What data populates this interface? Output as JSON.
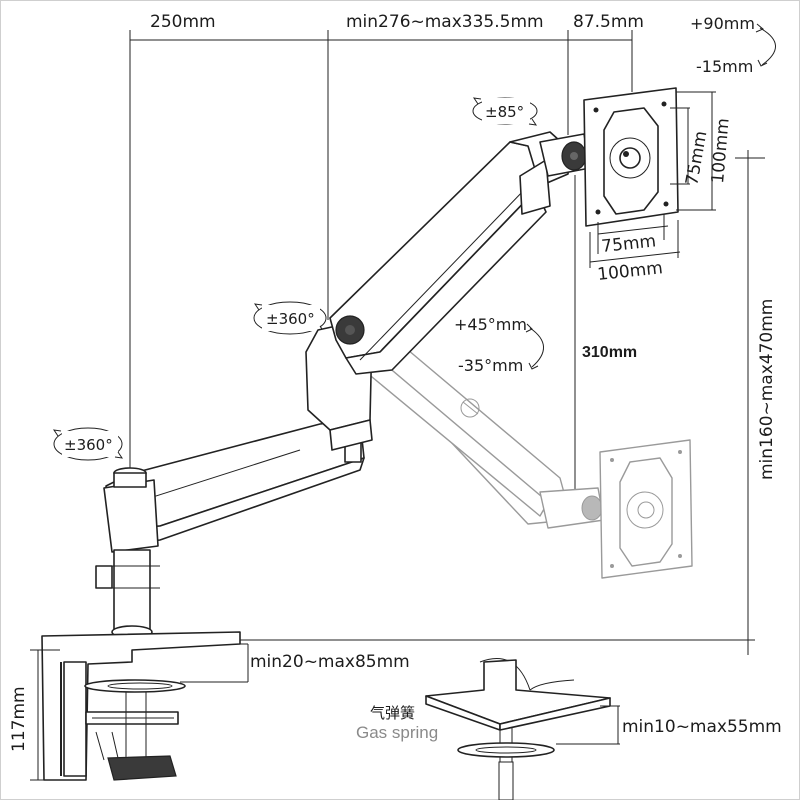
{
  "dimensions": {
    "arm1_reach": "250mm",
    "arm2_reach": "min276~max335.5mm",
    "head_offset": "87.5mm",
    "tilt_up": "+90mm",
    "tilt_down": "-15mm",
    "rotation_head": "±85°",
    "rotation_elbow": "±360°",
    "rotation_base": "±360°",
    "lift_up": "+45°mm",
    "lift_down": "-35°mm",
    "vertical_travel": "310mm",
    "height_range": "min160~max470mm",
    "vesa_75_h": "75mm",
    "vesa_100_h": "100mm",
    "vesa_75_w": "75mm",
    "vesa_100_w": "100mm",
    "clamp_thickness": "min20~max85mm",
    "clamp_height": "117mm",
    "grommet_thickness": "min10~max55mm"
  },
  "gas_spring": {
    "label_cn": "气弹簧",
    "label_en": "Gas spring"
  },
  "colors": {
    "line": "#222222",
    "ghost": "#9a9a9a",
    "dark_part": "#3a3a3a"
  }
}
